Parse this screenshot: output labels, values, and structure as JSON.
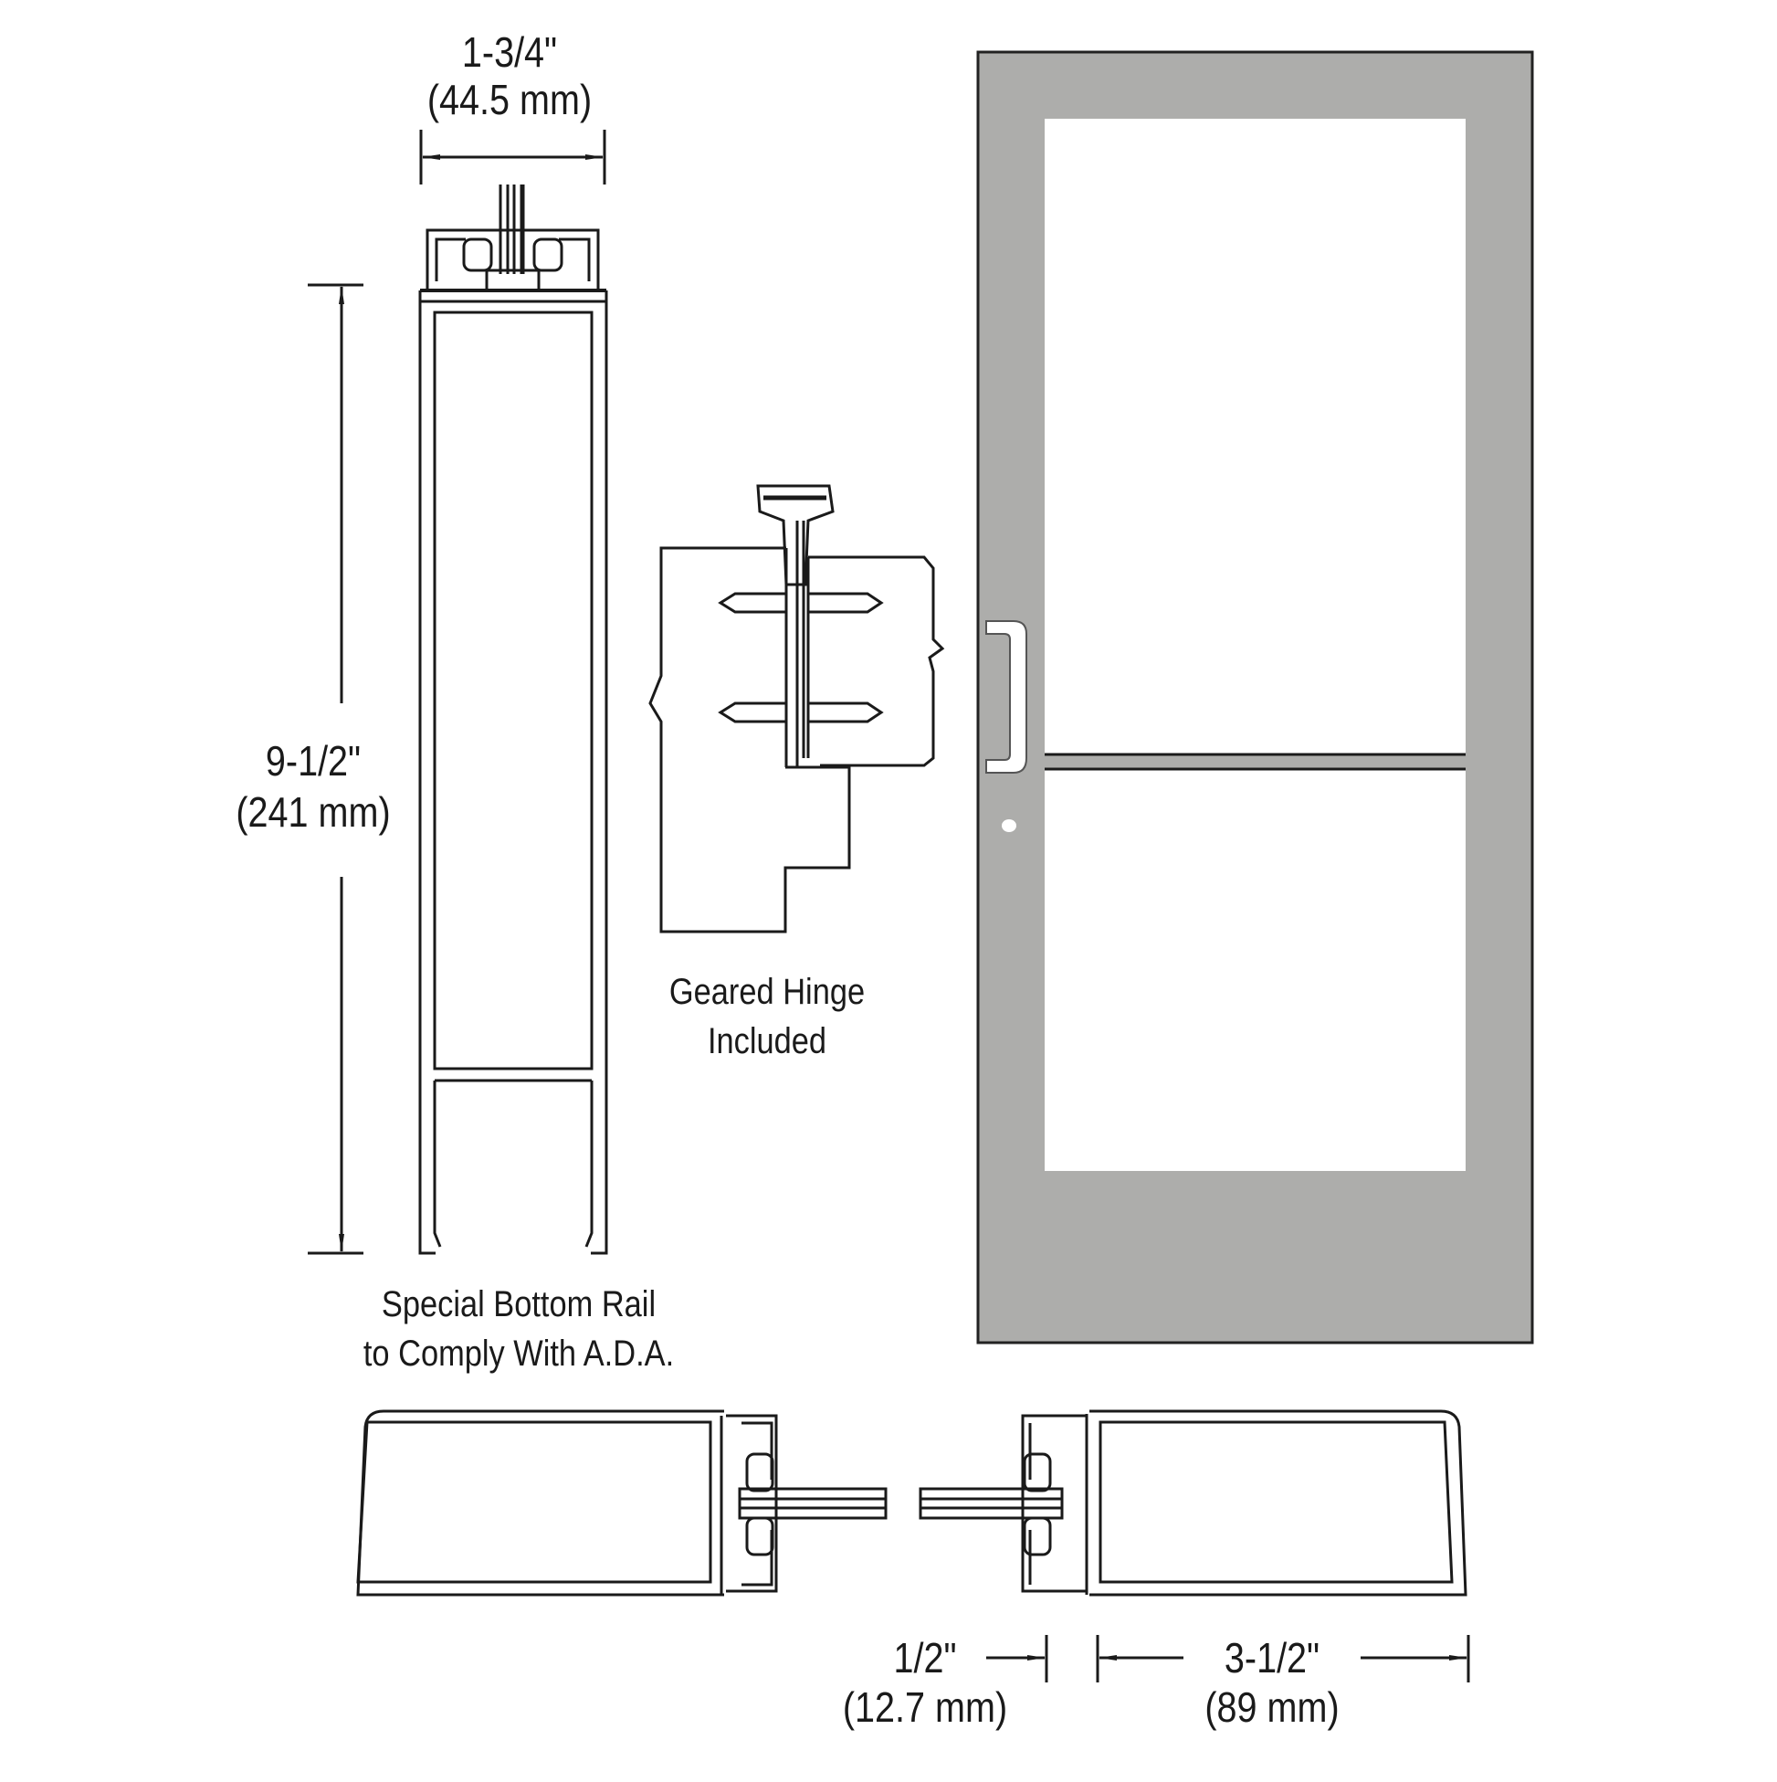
{
  "diagram": {
    "title": "Door elevation with sections and geared hinge detail",
    "colors": {
      "door_finish": "#adadab",
      "line": "#1a1a1a",
      "glass": "#ffffff",
      "background": "#ffffff"
    },
    "dimensions": {
      "door_thickness": {
        "imperial": "1-3/4\"",
        "metric": "(44.5 mm)"
      },
      "bottom_rail_height": {
        "imperial": "9-1/2\"",
        "metric": "(241 mm)"
      },
      "glass_offset": {
        "imperial": "1/2\"",
        "metric": "(12.7 mm)"
      },
      "stile_width": {
        "imperial": "3-1/2\"",
        "metric": "(89 mm)"
      }
    },
    "captions": {
      "bottom_rail": {
        "line1": "Special Bottom Rail",
        "line2": "to Comply With A.D.A."
      },
      "hinge": {
        "line1": "Geared Hinge",
        "line2": "Included"
      }
    },
    "components": {
      "rail_section": "vertical-section-bottom-rail",
      "hinge_detail": "geared-hinge-detail",
      "door_elevation": "door-elevation-with-pull-handle",
      "plan_section_left": "stile-section-left",
      "plan_section_right": "stile-section-right"
    }
  }
}
